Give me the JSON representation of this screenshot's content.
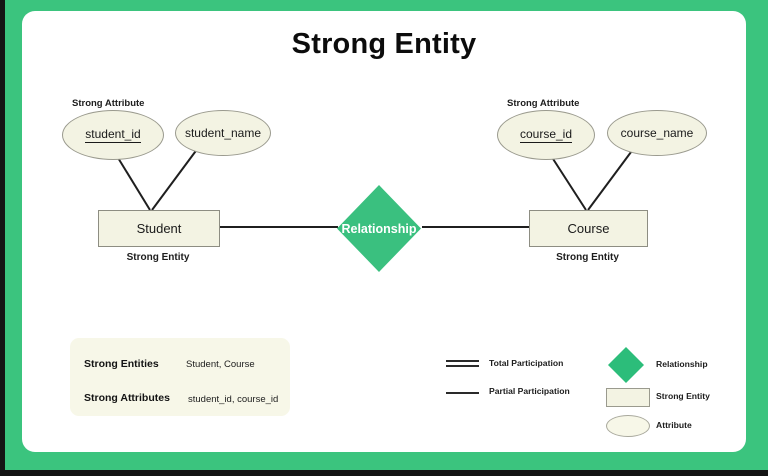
{
  "page": {
    "title": "Strong Entity",
    "frame_color": "#3bc47e",
    "card_color": "#ffffff",
    "accent_color": "#3ac07f",
    "shape_fill": "#f3f3e3",
    "shape_stroke": "#9a9a8e"
  },
  "diagram": {
    "left_attribute_caption": "Strong Attribute",
    "right_attribute_caption": "Strong Attribute",
    "attributes": [
      {
        "label": "student_id",
        "is_key": true
      },
      {
        "label": "student_name",
        "is_key": false
      },
      {
        "label": "course_id",
        "is_key": true
      },
      {
        "label": "course_name",
        "is_key": false
      }
    ],
    "entities": [
      {
        "label": "Student",
        "caption": "Strong Entity"
      },
      {
        "label": "Course",
        "caption": "Strong Entity"
      }
    ],
    "relationship": {
      "label": "Relationship"
    }
  },
  "summary": {
    "rows": [
      {
        "label": "Strong Entities",
        "value": "Student, Course"
      },
      {
        "label": "Strong Attributes",
        "value": "student_id, course_id"
      }
    ]
  },
  "legend": {
    "lines": [
      {
        "label": "Total Participation",
        "style": "double"
      },
      {
        "label": "Partial Participation",
        "style": "single"
      }
    ],
    "shapes": [
      {
        "label": "Relationship",
        "shape": "diamond"
      },
      {
        "label": "Strong Entity",
        "shape": "rectangle"
      },
      {
        "label": "Attribute",
        "shape": "ellipse"
      }
    ]
  }
}
